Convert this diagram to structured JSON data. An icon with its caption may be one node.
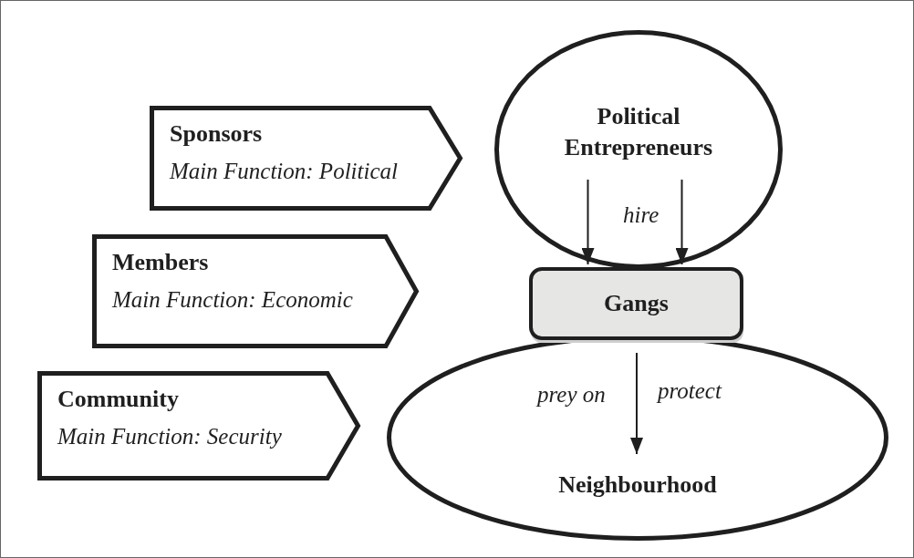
{
  "diagram": {
    "nodes": [
      {
        "text": [
          "Sponsors",
          "Main Function: Political"
        ]
      },
      {
        "text": [
          "Members",
          "Main Function: Economic"
        ]
      },
      {
        "text": [
          "Community",
          "Main Function: Security"
        ]
      },
      {
        "text": [
          "Political Entrepreneurs"
        ]
      },
      {
        "text": [
          "Gangs"
        ]
      },
      {
        "text": [
          "Neighbourhood"
        ]
      }
    ],
    "edges": [
      {
        "from": 3,
        "to": 4,
        "arrow": "to"
      },
      {
        "from": 3,
        "to": 4,
        "arrow": "to",
        "label": "hire"
      },
      {
        "from": 4,
        "to": 5,
        "arrow": "to",
        "label": "prey on"
      }
    ],
    "labels": [
      "protect"
    ]
  }
}
